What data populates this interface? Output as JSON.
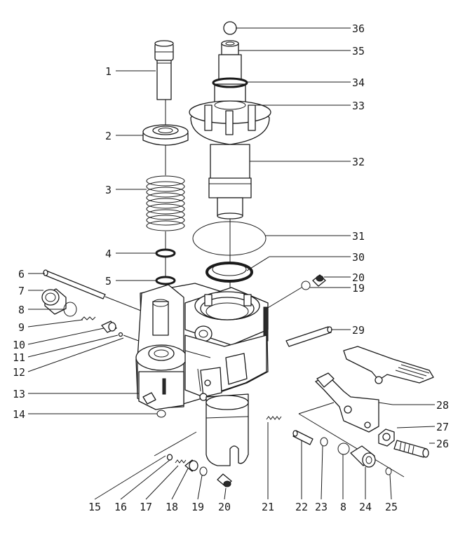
{
  "callouts": [
    {
      "id": "c1",
      "label": "1"
    },
    {
      "id": "c2",
      "label": "2"
    },
    {
      "id": "c3",
      "label": "3"
    },
    {
      "id": "c4",
      "label": "4"
    },
    {
      "id": "c5",
      "label": "5"
    },
    {
      "id": "c6",
      "label": "6"
    },
    {
      "id": "c7",
      "label": "7"
    },
    {
      "id": "c8",
      "label": "8"
    },
    {
      "id": "c9",
      "label": "9"
    },
    {
      "id": "c10",
      "label": "10"
    },
    {
      "id": "c11",
      "label": "11"
    },
    {
      "id": "c12",
      "label": "12"
    },
    {
      "id": "c13",
      "label": "13"
    },
    {
      "id": "c14",
      "label": "14"
    },
    {
      "id": "c15",
      "label": "15"
    },
    {
      "id": "c16",
      "label": "16"
    },
    {
      "id": "c17",
      "label": "17"
    },
    {
      "id": "c18",
      "label": "18"
    },
    {
      "id": "c19b",
      "label": "19"
    },
    {
      "id": "c20b",
      "label": "20"
    },
    {
      "id": "c21",
      "label": "21"
    },
    {
      "id": "c22",
      "label": "22"
    },
    {
      "id": "c23",
      "label": "23"
    },
    {
      "id": "c8b",
      "label": "8"
    },
    {
      "id": "c24",
      "label": "24"
    },
    {
      "id": "c25",
      "label": "25"
    },
    {
      "id": "c36",
      "label": "36"
    },
    {
      "id": "c35",
      "label": "35"
    },
    {
      "id": "c34",
      "label": "34"
    },
    {
      "id": "c33",
      "label": "33"
    },
    {
      "id": "c32",
      "label": "32"
    },
    {
      "id": "c31",
      "label": "31"
    },
    {
      "id": "c30",
      "label": "30"
    },
    {
      "id": "c20",
      "label": "20"
    },
    {
      "id": "c19",
      "label": "19"
    },
    {
      "id": "c29",
      "label": "29"
    },
    {
      "id": "c28",
      "label": "28"
    },
    {
      "id": "c27",
      "label": "27"
    },
    {
      "id": "c26",
      "label": "26"
    }
  ]
}
